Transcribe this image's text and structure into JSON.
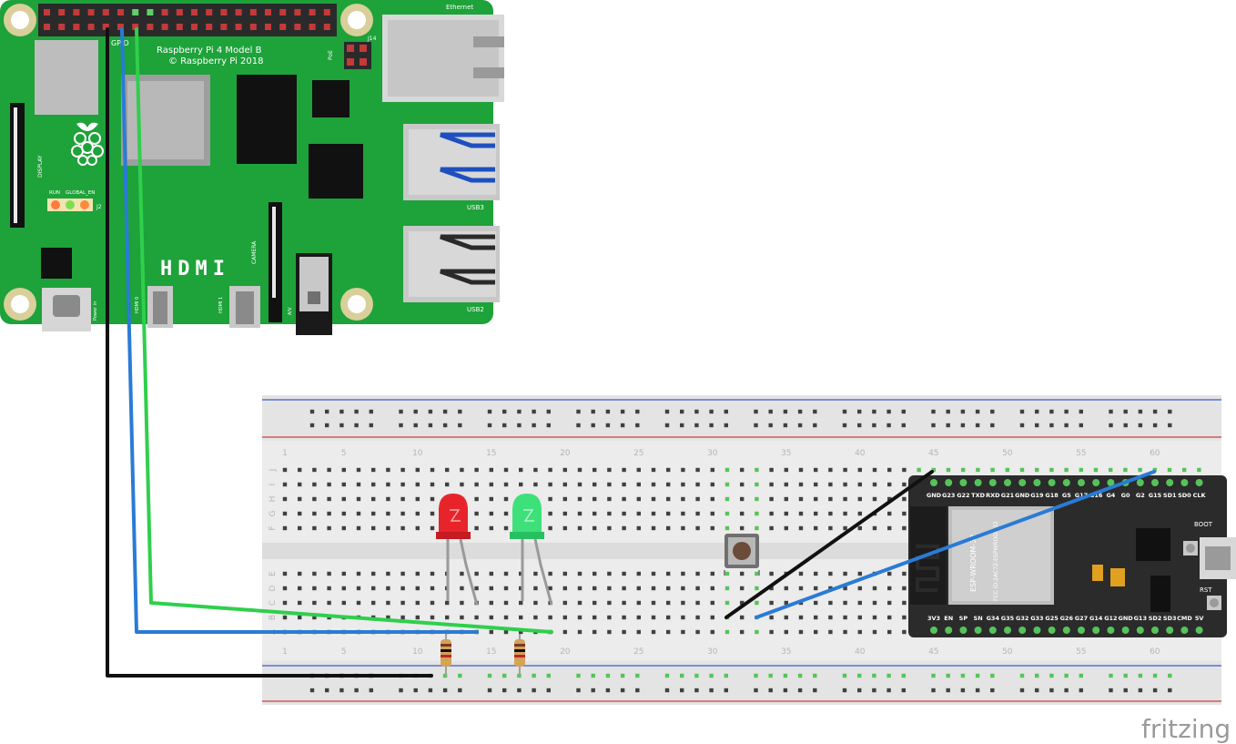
{
  "pi": {
    "model": "Raspberry Pi 4 Model B",
    "copyright": "© Raspberry Pi 2018",
    "gpio_label": "GPIO",
    "j14": "J14",
    "poe": "PoE",
    "ethernet": "Ethernet",
    "usb3": "USB3",
    "usb2": "USB2",
    "display": "DISPLAY",
    "camera": "CAMERA",
    "hdmi": "HDMI",
    "hdmi0": "HDMI 0",
    "hdmi1": "HDMI 1",
    "av": "A/V",
    "power_in": "Power in",
    "run": "RUN",
    "global_en": "GLOBAL_EN",
    "j2": "J2"
  },
  "breadboard": {
    "column_numbers": [
      "1",
      "5",
      "10",
      "15",
      "20",
      "25",
      "30",
      "35",
      "40",
      "45",
      "50",
      "55",
      "60"
    ],
    "row_letters_top": [
      "J",
      "I",
      "H",
      "G",
      "F"
    ],
    "row_letters_bottom": [
      "E",
      "D",
      "C",
      "B",
      "A"
    ]
  },
  "esp32": {
    "top_pins": [
      "GND",
      "G23",
      "G22",
      "TXD",
      "RXD",
      "G21",
      "GND",
      "G19",
      "G18",
      "G5",
      "G17",
      "G16",
      "G4",
      "G0",
      "G2",
      "G15",
      "SD1",
      "SD0",
      "CLK"
    ],
    "bottom_pins": [
      "3V3",
      "EN",
      "SP",
      "SN",
      "G34",
      "G35",
      "G32",
      "G33",
      "G25",
      "G26",
      "G27",
      "G14",
      "G12",
      "GND",
      "G13",
      "SD2",
      "SD3",
      "CMD",
      "5V"
    ],
    "module_label": "ESP-WROOM-32",
    "fcc": "FCC ID:2AC7Z-ESPWROOM32",
    "boot": "BOOT",
    "rst": "RST"
  },
  "brand": "fritzing",
  "colors": {
    "pi_board": "#1ea23a",
    "wire_black": "#111111",
    "wire_blue": "#2a7bd5",
    "wire_green": "#2fcf4c",
    "led_red": "#e8242b",
    "led_green": "#3ee07a"
  }
}
